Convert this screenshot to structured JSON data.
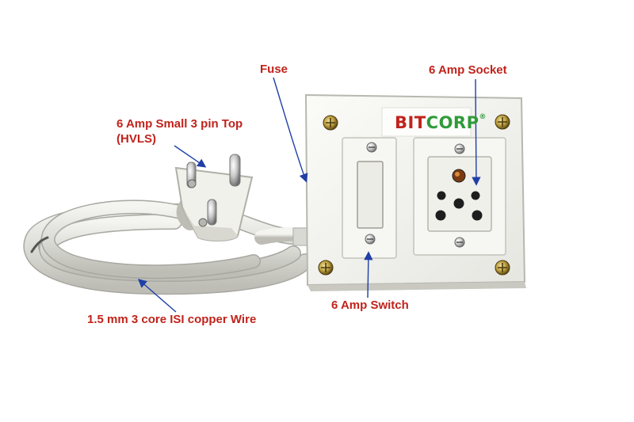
{
  "labels": {
    "fuse": "Fuse",
    "socket": "6 Amp Socket",
    "plug_line1": "6 Amp Small 3 pin Top",
    "plug_line2": "(HVLS)",
    "switch": "6 Amp Switch",
    "wire": "1.5 mm 3 core ISI copper Wire"
  },
  "brand": {
    "part1": "BIT",
    "part2": "CORP",
    "registered": "®"
  },
  "colors": {
    "label_text": "#c0231b",
    "arrow": "#1f3fa6",
    "brand_red": "#c0231b",
    "brand_green": "#2f9a3a"
  }
}
